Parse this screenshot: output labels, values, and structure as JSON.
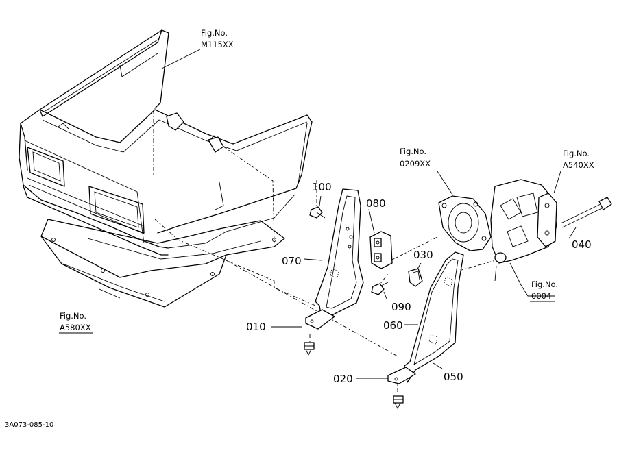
{
  "diagram": {
    "drawing_code": "3A073-085-10",
    "fig_refs": [
      {
        "id": "m115",
        "line1": "Fig.No.",
        "line2": "M115XX"
      },
      {
        "id": "a580",
        "line1": "Fig.No.",
        "line2": "A580XX"
      },
      {
        "id": "0209",
        "line1": "Fig.No.",
        "line2": "0209XX"
      },
      {
        "id": "a540",
        "line1": "Fig.No.",
        "line2": "A540XX"
      },
      {
        "id": "0004",
        "line1": "Fig.No.",
        "line2": "0004"
      }
    ],
    "parts": [
      {
        "id": "p010",
        "label": "010"
      },
      {
        "id": "p020",
        "label": "020"
      },
      {
        "id": "p030",
        "label": "030"
      },
      {
        "id": "p040",
        "label": "040"
      },
      {
        "id": "p050",
        "label": "050"
      },
      {
        "id": "p060",
        "label": "060"
      },
      {
        "id": "p070",
        "label": "070"
      },
      {
        "id": "p080",
        "label": "080"
      },
      {
        "id": "p090",
        "label": "090"
      },
      {
        "id": "p100",
        "label": "100"
      }
    ]
  }
}
